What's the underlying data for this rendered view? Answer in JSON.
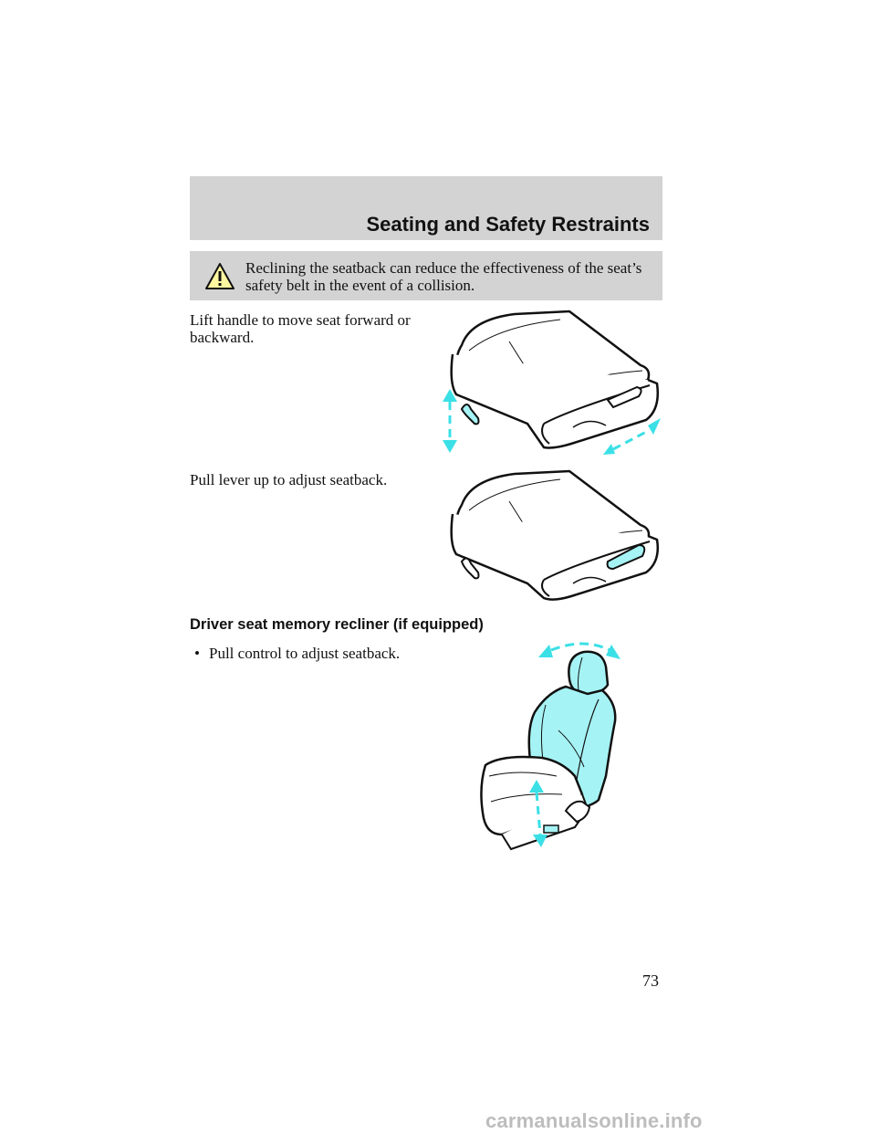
{
  "header": {
    "title": "Seating and Safety Restraints"
  },
  "warning": {
    "icon": "warning-triangle-icon",
    "text": "Reclining the seatback can reduce the effectiveness of the seat’s safety belt in the event of a collision."
  },
  "paragraphs": {
    "lift_handle": "Lift handle to move seat forward or backward.",
    "pull_lever": "Pull lever up to adjust seatback."
  },
  "memory_recliner": {
    "heading": "Driver seat memory recliner (if equipped)",
    "bullet_symbol": "•",
    "bullet_text": "Pull control to adjust seatback."
  },
  "page_number": "73",
  "watermark": "carmanualsonline.info",
  "colors": {
    "band": "#d3d3d3",
    "highlight": "#a6f3f5",
    "arrow": "#3be0e6"
  }
}
